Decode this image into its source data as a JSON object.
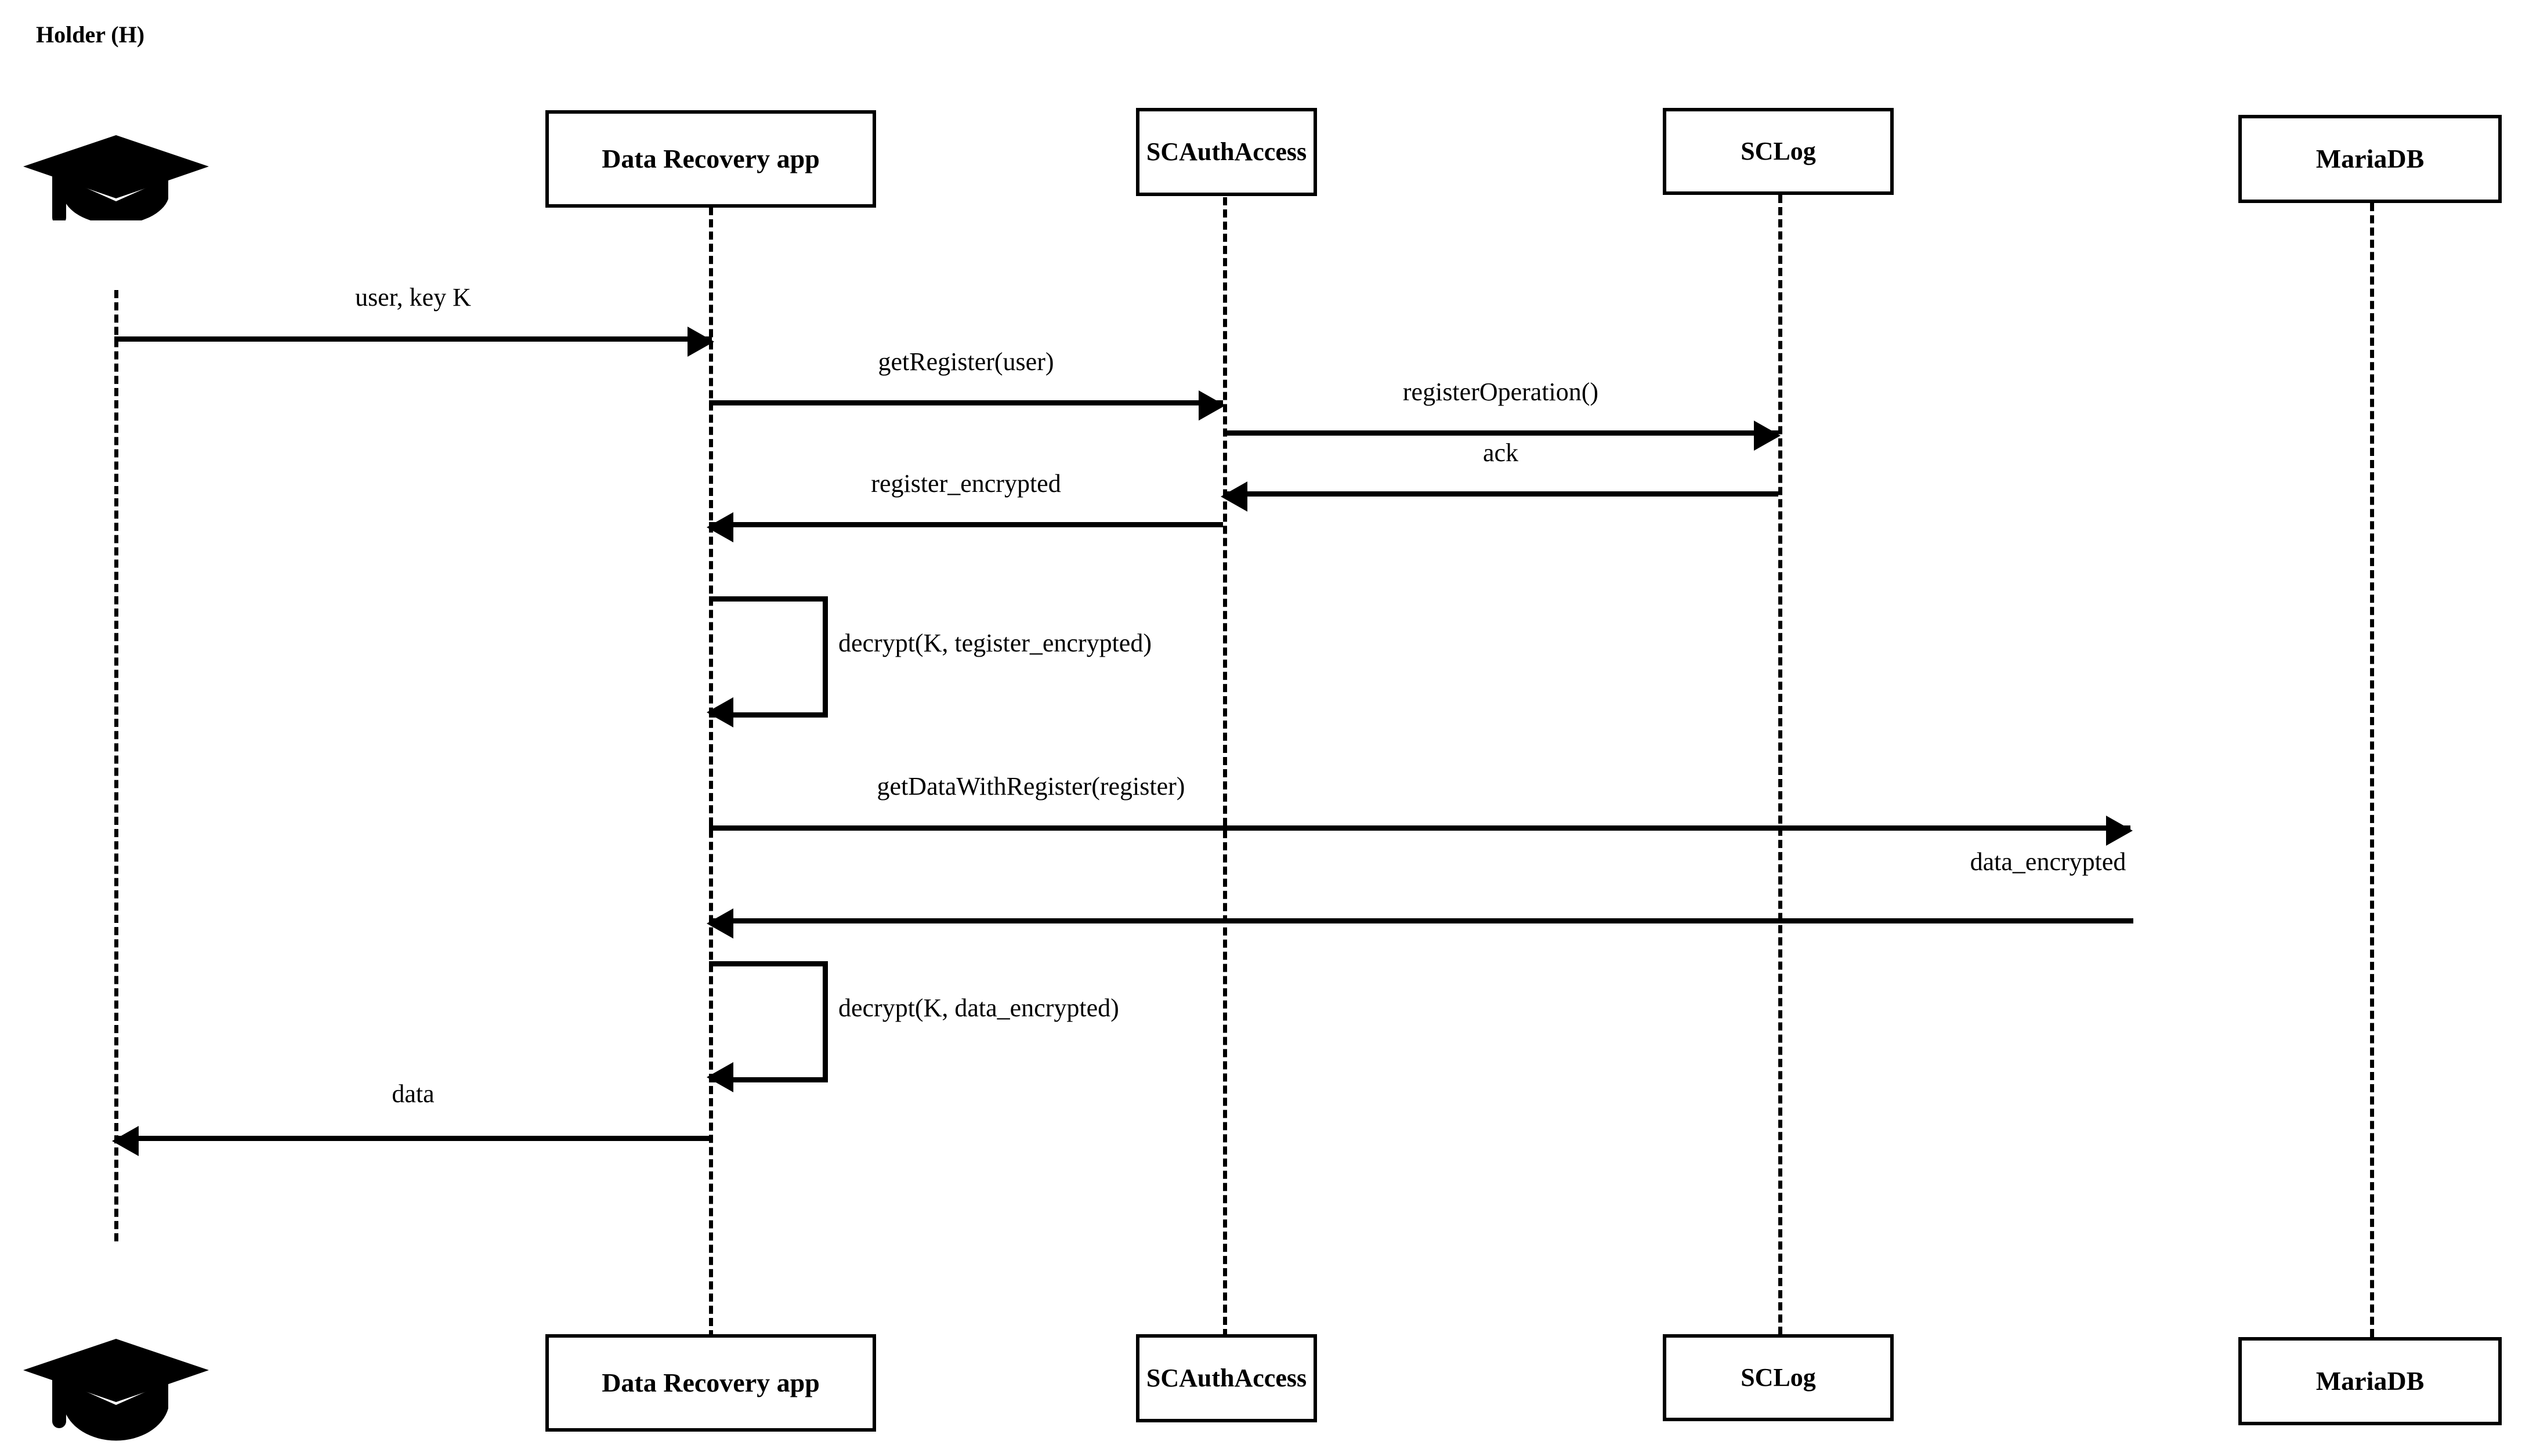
{
  "diagram": {
    "type": "uml-sequence-diagram",
    "title": "Holder (H)",
    "actor": {
      "label": "Holder (H)",
      "icon": "graduation-cap-icon"
    },
    "participants": [
      {
        "id": "holder",
        "label": "Holder (H)",
        "kind": "actor"
      },
      {
        "id": "app",
        "label": "Data Recovery app",
        "kind": "box"
      },
      {
        "id": "scauth",
        "label": "SCAuthAccess",
        "kind": "box"
      },
      {
        "id": "sclog",
        "label": "SCLog",
        "kind": "box"
      },
      {
        "id": "mariadb",
        "label": "MariaDB",
        "kind": "box"
      }
    ],
    "messages": [
      {
        "seq": 1,
        "label": "user, key K",
        "from": "holder",
        "to": "app",
        "direction": "right",
        "kind": "call"
      },
      {
        "seq": 2,
        "label": "getRegister(user)",
        "from": "app",
        "to": "scauth",
        "direction": "right",
        "kind": "call"
      },
      {
        "seq": 3,
        "label": "registerOperation()",
        "from": "scauth",
        "to": "sclog",
        "direction": "right",
        "kind": "call"
      },
      {
        "seq": 4,
        "label": "ack",
        "from": "sclog",
        "to": "scauth",
        "direction": "left",
        "kind": "return"
      },
      {
        "seq": 5,
        "label": "register_encrypted",
        "from": "scauth",
        "to": "app",
        "direction": "left",
        "kind": "return"
      },
      {
        "seq": 6,
        "label": "decrypt(K, tegister_encrypted)",
        "from": "app",
        "to": "app",
        "direction": "self",
        "kind": "self"
      },
      {
        "seq": 7,
        "label": "getDataWithRegister(register)",
        "from": "app",
        "to": "mariadb",
        "direction": "right",
        "kind": "call"
      },
      {
        "seq": 8,
        "label": "data_encrypted",
        "from": "mariadb",
        "to": "app",
        "direction": "left",
        "kind": "return"
      },
      {
        "seq": 9,
        "label": "decrypt(K, data_encrypted)",
        "from": "app",
        "to": "app",
        "direction": "self",
        "kind": "self"
      },
      {
        "seq": 10,
        "label": "data",
        "from": "app",
        "to": "holder",
        "direction": "left",
        "kind": "return"
      }
    ],
    "footer_participants": [
      {
        "id": "holder",
        "label": "Holder (H)",
        "kind": "actor"
      },
      {
        "id": "app",
        "label": "Data Recovery app",
        "kind": "box"
      },
      {
        "id": "scauth",
        "label": "SCAuthAccess",
        "kind": "box"
      },
      {
        "id": "sclog",
        "label": "SCLog",
        "kind": "box"
      },
      {
        "id": "mariadb",
        "label": "MariaDB",
        "kind": "box"
      }
    ],
    "colors": {
      "background": "#ffffff",
      "stroke": "#000000",
      "text": "#000000"
    }
  }
}
